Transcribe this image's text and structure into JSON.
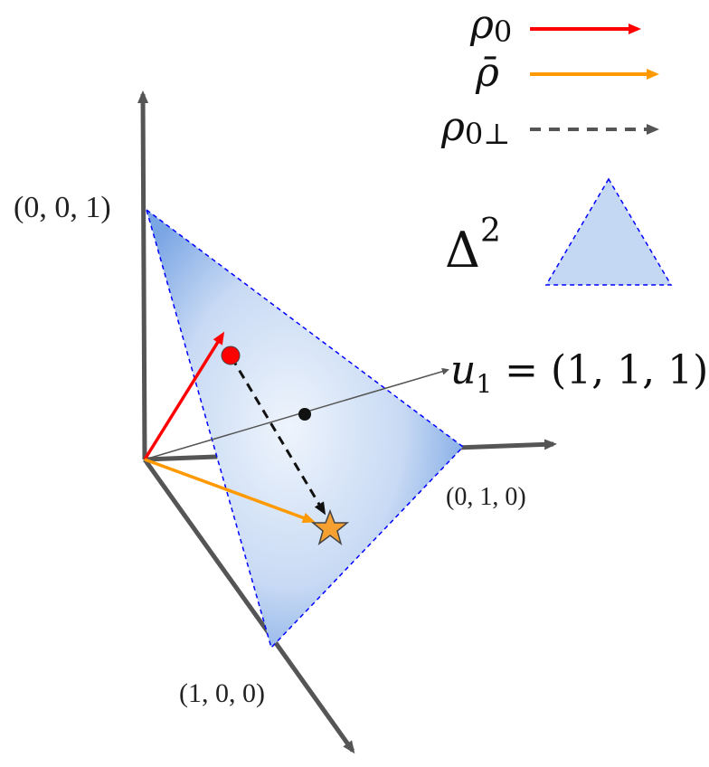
{
  "labels": {
    "vertex_z": "(0, 0, 1)",
    "vertex_y": "(0, 1, 0)",
    "vertex_x": "(1, 0, 0)",
    "u1_symbol": "u",
    "u1_sub": "1",
    "u1_value": " = (1, 1, 1)"
  },
  "legend": {
    "rho0": {
      "symbol": "ρ",
      "sub": "0",
      "color": "#ff0000"
    },
    "rhobar": {
      "symbol": "ρ̄",
      "color": "#ff9900"
    },
    "rho0perp": {
      "symbol": "ρ",
      "sub": "0⊥",
      "color": "#555555"
    },
    "simplex": {
      "symbol": "Δ",
      "sup": "2",
      "fill": "#c5d8f3",
      "stroke": "#0000ff"
    }
  },
  "colors": {
    "axis": "#555555",
    "simplex_fill": "#a9c6ee",
    "red_point": "#ff0000",
    "star": "#f5a030"
  }
}
